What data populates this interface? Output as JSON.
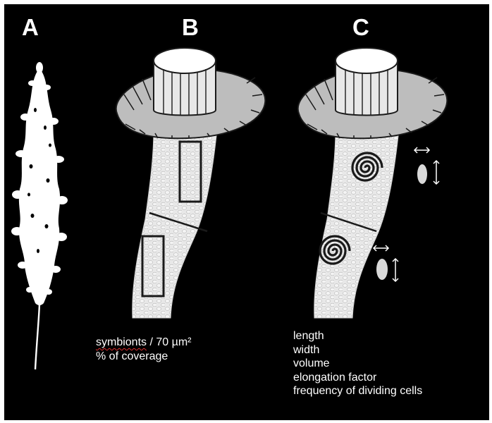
{
  "panels": {
    "a": {
      "letter": "A"
    },
    "b": {
      "letter": "B",
      "caption_lines": [
        "symbionts / 70 µm²",
        "% of coverage"
      ],
      "caption_misspelled_word": "symbionts",
      "caption_rest": " / 70 µm²"
    },
    "c": {
      "letter": "C",
      "caption_lines": [
        "length",
        "width",
        "volume",
        "elongation factor",
        "frequency of dividing cells"
      ]
    }
  },
  "colors": {
    "background": "#000000",
    "tissue_fill": "#e6e6e6",
    "collar_fill": "#bdbdbd",
    "outline": "#1a1a1a",
    "text": "#ffffff",
    "spellcheck_underline": "#e03030"
  },
  "icons": [
    "plant-silhouette",
    "spiral-icon",
    "double-arrow-icon",
    "cell-ellipse-icon"
  ]
}
